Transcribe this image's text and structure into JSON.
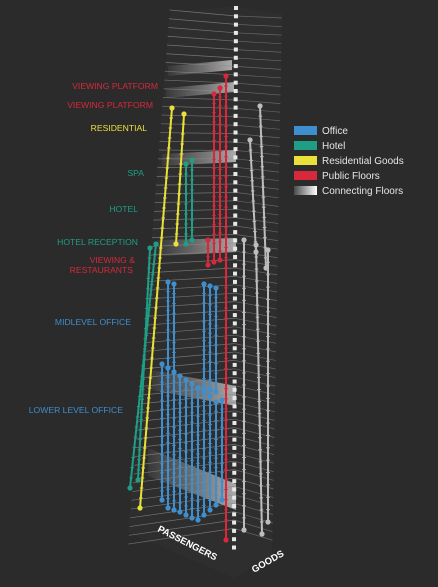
{
  "zone_labels": [
    {
      "text": "VIEWING PLATFORM",
      "color": "#d8283b"
    },
    {
      "text": "VIEWING PLATFORM",
      "color": "#d8283b"
    },
    {
      "text": "RESIDENTIAL",
      "color": "#e9e13a"
    },
    {
      "text": "SPA",
      "color": "#1f9e86"
    },
    {
      "text": "HOTEL",
      "color": "#1f9e86"
    },
    {
      "text": "HOTEL RECEPTION",
      "color": "#1f9e86"
    },
    {
      "text": "VIEWING &",
      "color": "#d8283b"
    },
    {
      "text": "RESTAURANTS",
      "color": "#d8283b"
    },
    {
      "text": "MIDLEVEL OFFICE",
      "color": "#3d8fd0"
    },
    {
      "text": "LOWER LEVEL OFFICE",
      "color": "#3d8fd0"
    }
  ],
  "legend": [
    {
      "label": "Office",
      "color": "#3d8fd0",
      "swatch": "solid"
    },
    {
      "label": "Hotel",
      "color": "#1f9e86",
      "swatch": "solid"
    },
    {
      "label": "Residential  Goods",
      "color": "#e9e13a",
      "swatch": "solid"
    },
    {
      "label": "Public Floors",
      "color": "#d8283b",
      "swatch": "solid"
    },
    {
      "label": "Connecting Floors",
      "color": "#ffffff",
      "swatch": "gradient"
    }
  ],
  "face_labels": {
    "passengers": "PASSENGERS",
    "goods": "GOODS"
  },
  "colors": {
    "background": "#2b2b2b",
    "floor_lines": "#8c8c8c",
    "office": "#3d8fd0",
    "hotel": "#1f9e86",
    "residential": "#e9e13a",
    "public": "#d8283b",
    "goods": "#bdbdbd"
  }
}
